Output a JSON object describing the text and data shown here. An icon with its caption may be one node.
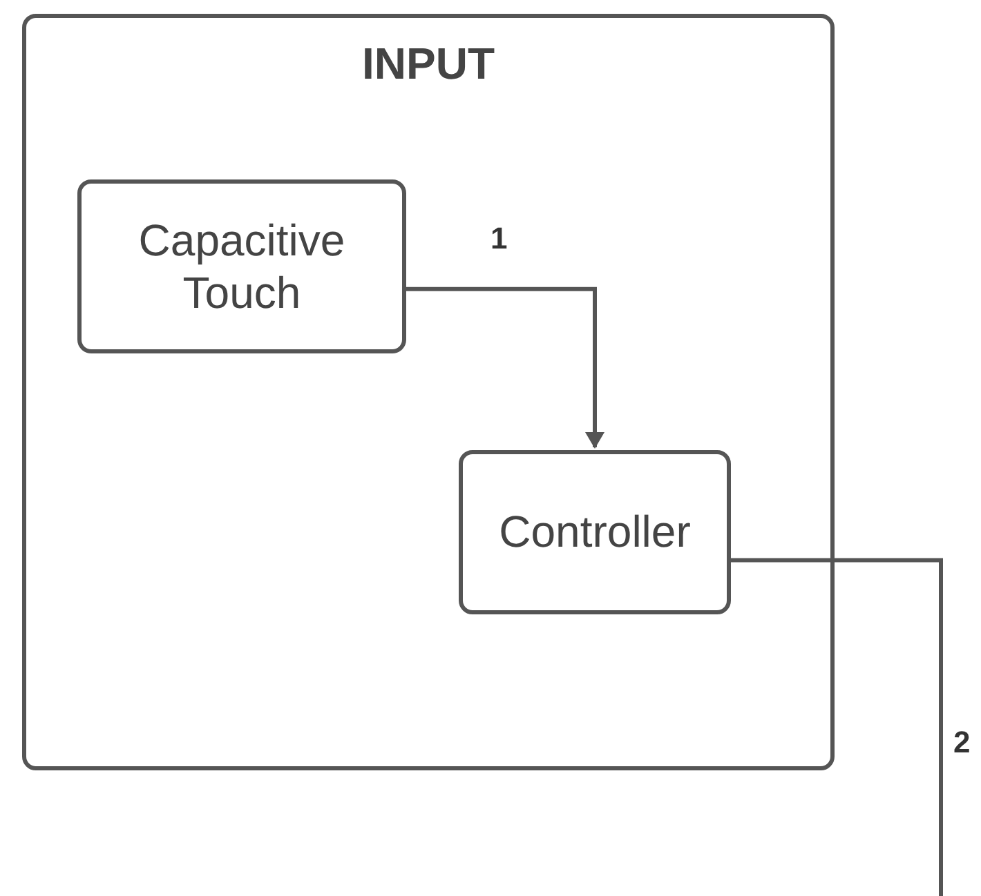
{
  "diagram": {
    "nodes": [
      {
        "text": [
          "INPUT"
        ]
      },
      {
        "text": [
          "Capacitive Touch"
        ],
        "in": 0
      },
      {
        "text": [
          "Controller"
        ],
        "in": 0
      }
    ],
    "edges": [
      {
        "from": 1,
        "to": 2,
        "arrow": "to",
        "label": "1"
      },
      {
        "from": 2,
        "to": null,
        "arrow": "none",
        "label": "2"
      }
    ]
  }
}
